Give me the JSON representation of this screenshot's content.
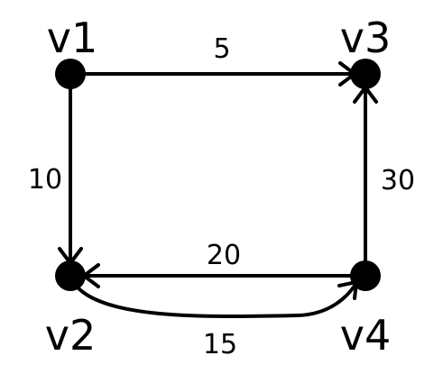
{
  "graph": {
    "nodes": [
      {
        "id": "v1",
        "label": "v1"
      },
      {
        "id": "v2",
        "label": "v2"
      },
      {
        "id": "v3",
        "label": "v3"
      },
      {
        "id": "v4",
        "label": "v4"
      }
    ],
    "edges": [
      {
        "from": "v1",
        "to": "v3",
        "weight": "5"
      },
      {
        "from": "v1",
        "to": "v2",
        "weight": "10"
      },
      {
        "from": "v4",
        "to": "v2",
        "weight": "20"
      },
      {
        "from": "v2",
        "to": "v4",
        "weight": "15"
      },
      {
        "from": "v4",
        "to": "v3",
        "weight": "30"
      }
    ]
  },
  "colors": {
    "stroke": "#000000",
    "background": "#ffffff"
  }
}
